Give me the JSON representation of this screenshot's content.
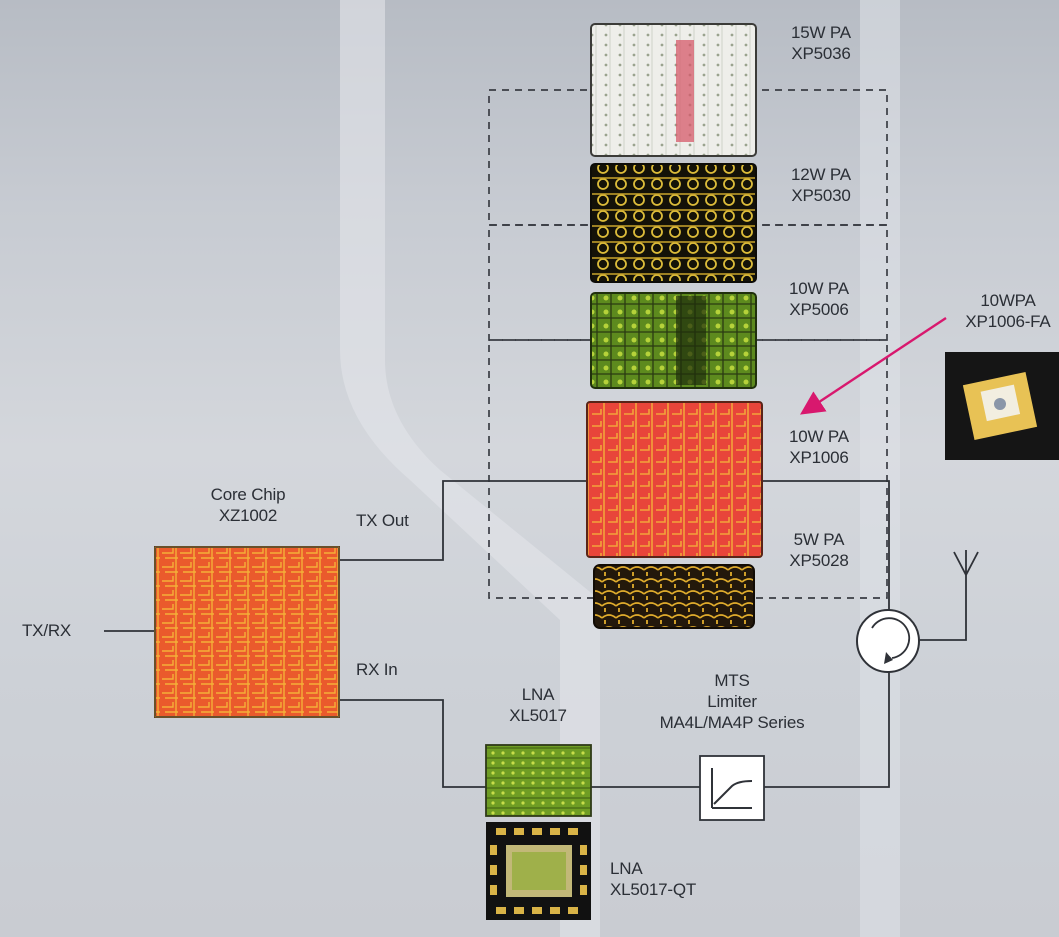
{
  "core_chip": {
    "line1": "Core Chip",
    "line2": "XZ1002"
  },
  "io": {
    "txrx": "TX/RX",
    "tx_out": "TX Out",
    "rx_in": "RX In"
  },
  "amplifiers": [
    {
      "line1": "15W PA",
      "line2": "XP5036",
      "die_style": "white-die"
    },
    {
      "line1": "12W PA",
      "line2": "XP5030",
      "die_style": "black-gold-die"
    },
    {
      "line1": "10W PA",
      "line2": "XP5006",
      "die_style": "green-die"
    },
    {
      "line1": "10W PA",
      "line2": "XP1006",
      "die_style": "red-die"
    },
    {
      "line1": "5W PA",
      "line2": "XP5028",
      "die_style": "dark-gold-die"
    }
  ],
  "packaged_pa": {
    "line1": "10WPA",
    "line2": "XP1006-FA"
  },
  "limiter": {
    "line1": "MTS",
    "line2": "Limiter",
    "line3": "MA4L/MA4P Series"
  },
  "lna": {
    "line1": "LNA",
    "line2": "XL5017"
  },
  "lna_qt": {
    "line1": "LNA",
    "line2": "XL5017-QT"
  },
  "symbols": {
    "circulator": "circulator-icon",
    "antenna": "antenna-icon",
    "limiter": "limiter-icon"
  },
  "colors": {
    "line": "#2f3238",
    "arrow": "#d8186e",
    "die_red": "#e8453a",
    "die_gold": "#e0b22c",
    "die_green": "#6f9d24"
  }
}
